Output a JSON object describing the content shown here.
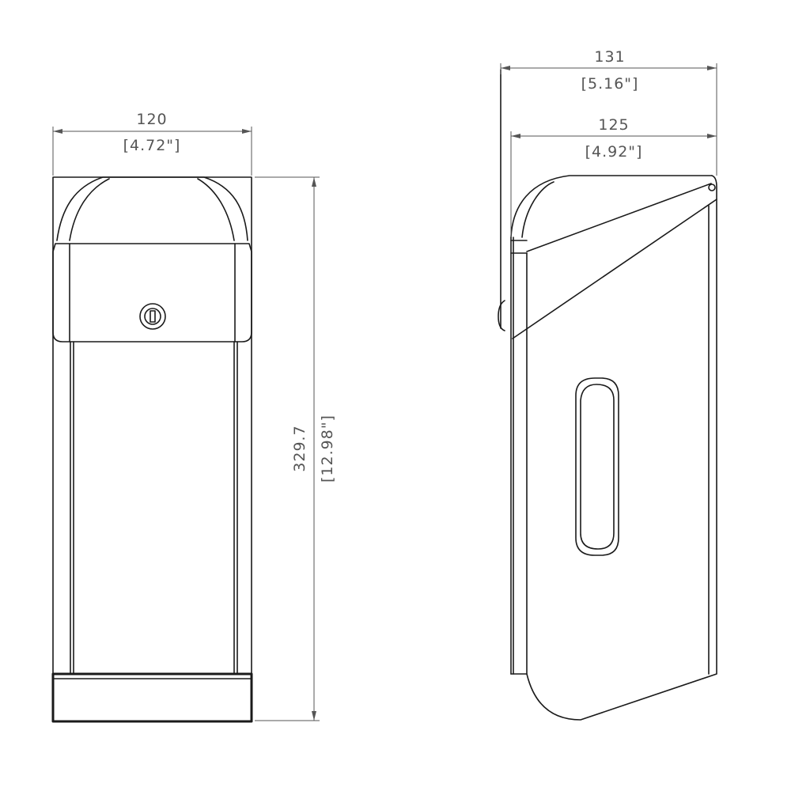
{
  "front_view": {
    "width_mm": "120",
    "width_in": "[4.72\"]",
    "height_mm": "329.7",
    "height_in": "[12.98\"]"
  },
  "side_view": {
    "overall_depth_mm": "131",
    "overall_depth_in": "[5.16\"]",
    "body_depth_mm": "125",
    "body_depth_in": "[4.92\"]"
  },
  "colors": {
    "outline": "#1a1a1a",
    "dimension": "#555555"
  }
}
